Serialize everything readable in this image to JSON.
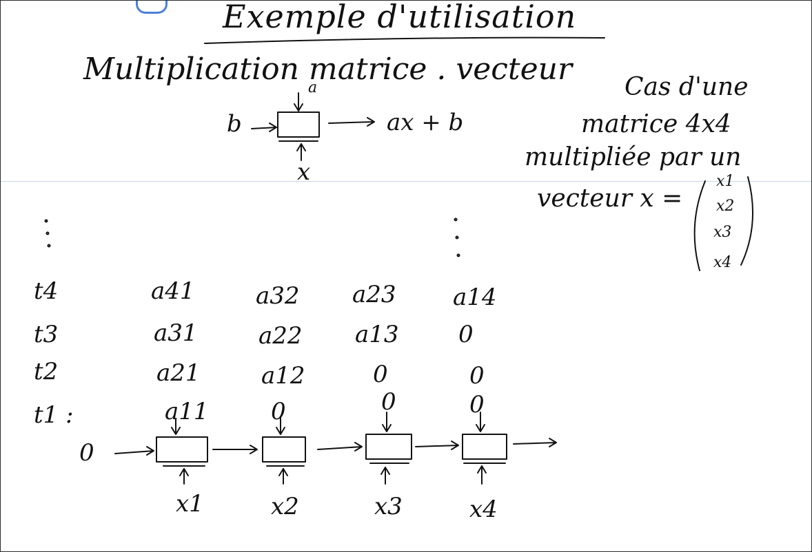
{
  "title": "Exemple d'utilisation",
  "subtitle": "Multiplication matrice . vecteur",
  "cell_diagram": {
    "left_input": "b",
    "top_input": "a",
    "bottom_input": "x",
    "output": "ax + b"
  },
  "side_note": {
    "lines": [
      "Cas d'une",
      "matrice 4x4",
      "multipliée par un",
      "vecteur x ="
    ],
    "vector": [
      "x1",
      "x2",
      "x3",
      "x4"
    ]
  },
  "time_labels": [
    "t4",
    "t3",
    "t2",
    "t1 :"
  ],
  "grid_rows": [
    [
      "a41",
      "a32",
      "a23",
      "a14"
    ],
    [
      "a31",
      "a22",
      "a13",
      "0"
    ],
    [
      "a21",
      "a12",
      "0",
      "0"
    ],
    [
      "a11",
      "0",
      "0",
      "0"
    ]
  ],
  "chain": {
    "initial_input": "0",
    "inputs": [
      "x1",
      "x2",
      "x3",
      "x4"
    ]
  }
}
